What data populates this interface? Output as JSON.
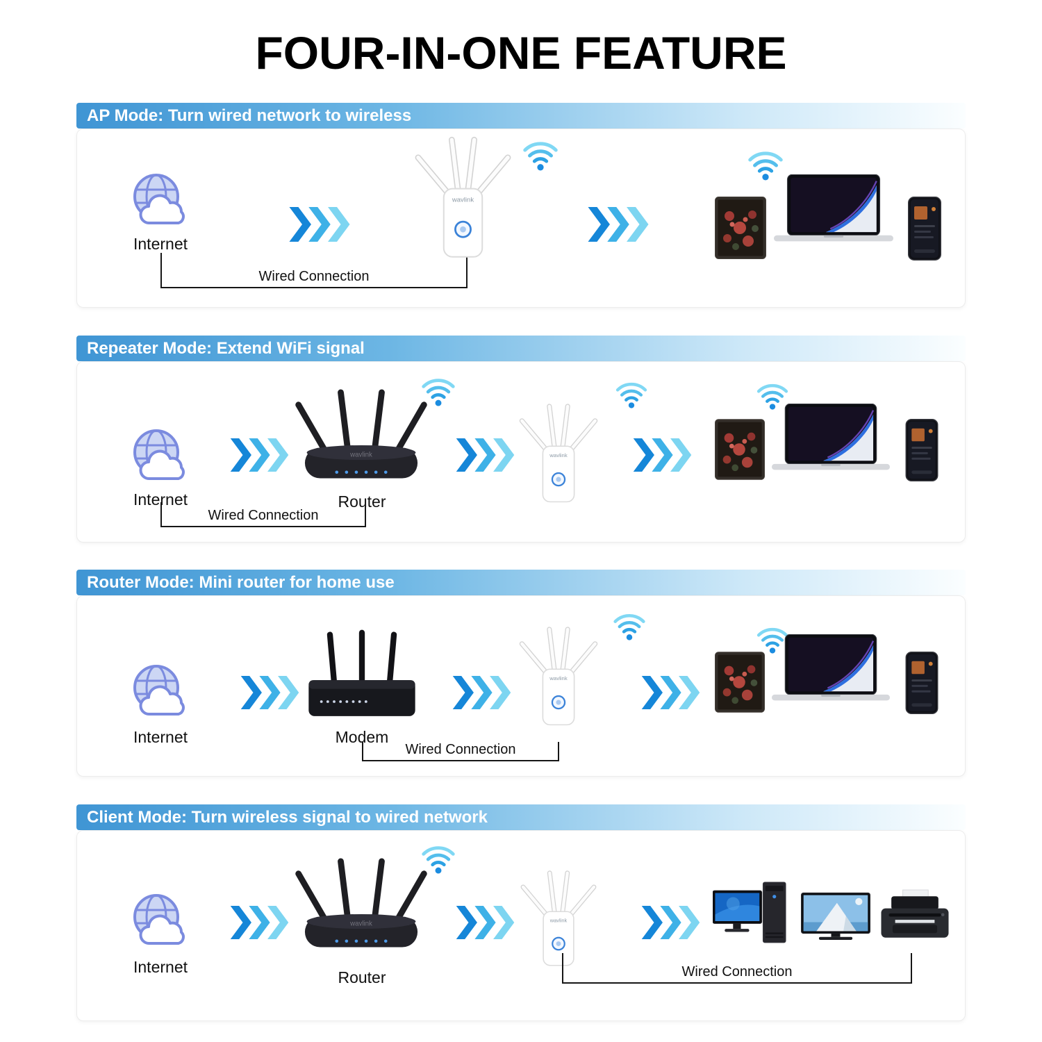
{
  "title": "FOUR-IN-ONE FEATURE",
  "brand": "wavlink",
  "sections": [
    {
      "header": "AP Mode: Turn wired network to wireless",
      "labels": {
        "internet": "Internet",
        "wired": "Wired Connection"
      }
    },
    {
      "header": "Repeater Mode: Extend WiFi signal",
      "labels": {
        "internet": "Internet",
        "router": "Router",
        "wired": "Wired Connection"
      }
    },
    {
      "header": "Router Mode: Mini router for home use",
      "labels": {
        "internet": "Internet",
        "modem": "Modem",
        "wired": "Wired Connection"
      }
    },
    {
      "header": "Client Mode: Turn wireless signal to wired network",
      "labels": {
        "internet": "Internet",
        "router": "Router",
        "wired": "Wired Connection"
      }
    }
  ],
  "colors": {
    "header_gradient_start": "#3f95d4",
    "header_gradient_end": "#fbfeff",
    "chevron_dark": "#1586d8",
    "chevron_mid": "#3eb1e7",
    "chevron_light": "#7dd5f1",
    "wifi_blue": "#1b8ce0",
    "globe_stroke": "#7b8bdf",
    "line_color": "#161616"
  }
}
